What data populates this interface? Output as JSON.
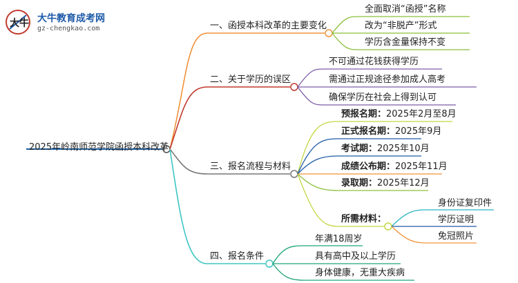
{
  "logo": {
    "mark_text": "大牛",
    "title": "大牛教育成考网",
    "url": "gz-chengkao.com"
  },
  "root": "2025年岭南师范学院函授本科改革",
  "branches": [
    {
      "label": "一、函授本科改革的主要变化",
      "color": "#f0923a",
      "children": [
        {
          "text": "全面取消“函授”名称"
        },
        {
          "text": "改为“非脱产”形式"
        },
        {
          "text": "学历含金量保持不变"
        }
      ]
    },
    {
      "label": "二、关于学历的误区",
      "color": "#c0392b",
      "children": [
        {
          "text": "不可通过花钱获得学历"
        },
        {
          "text": "需通过正规途径参加成人高考"
        },
        {
          "text": "确保学历在社会上得到认可"
        }
      ]
    },
    {
      "label": "三、报名流程与材料",
      "color": "#777777",
      "children": [
        {
          "key": "预报名期：",
          "value": "2025年2月至8月"
        },
        {
          "key": "正式报名期：",
          "value": "2025年9月"
        },
        {
          "key": "考试期：",
          "value": "2025年10月"
        },
        {
          "key": "成绩公布期：",
          "value": "2025年11月"
        },
        {
          "key": "录取期：",
          "value": "2025年12月"
        },
        {
          "key": "所需材料：",
          "value": ""
        }
      ],
      "materials": [
        "身份证复印件",
        "学历证明",
        "免冠照片"
      ]
    },
    {
      "label": "四、报名条件",
      "color": "#3ec4c4",
      "children": [
        {
          "text": "年满18周岁"
        },
        {
          "text": "具有高中及以上学历"
        },
        {
          "text": "身体健康，无重大疾病"
        }
      ]
    }
  ],
  "colors": {
    "root_line": "#1a5fa8",
    "b1_children": "#8bbf3a",
    "b2_children": "#7b5ba6",
    "b3_children": [
      "#c4d640",
      "#1e5aa8",
      "#1e5aa8",
      "#f0923a",
      "#8bbf3a",
      "#c4d640"
    ],
    "materials": [
      "#2bb3c0",
      "#1e5aa8",
      "#f0923a"
    ],
    "b4_children": "#1fa37a"
  }
}
